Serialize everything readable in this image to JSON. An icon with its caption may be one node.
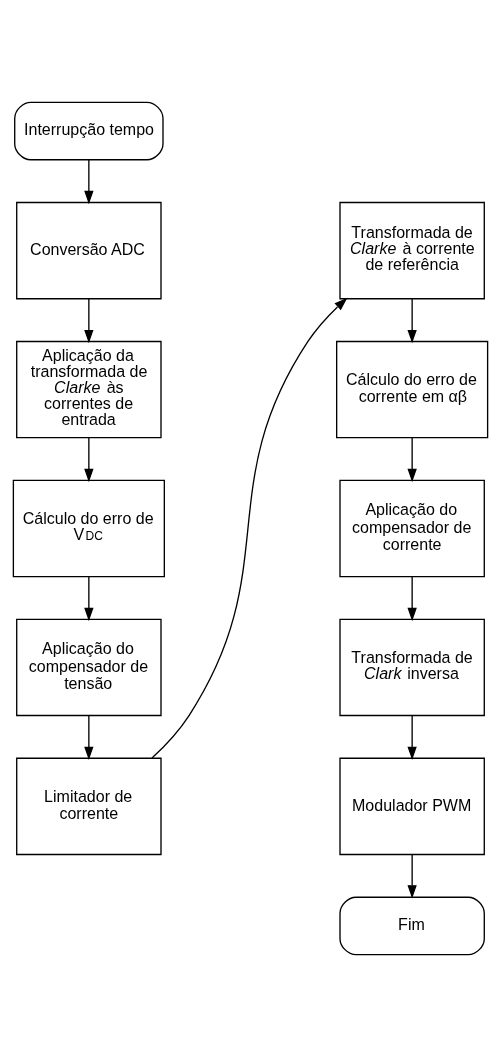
{
  "diagram": {
    "nodes": [
      {
        "text": [
          "Interrupção tempo"
        ]
      },
      {
        "text": [
          "Conversão ADC"
        ]
      },
      {
        "text": [
          "Aplicação da transformada de *Clarke* às correntes de entrada"
        ]
      },
      {
        "text": [
          "Cálculo do erro de V$_{DC}$"
        ]
      },
      {
        "text": [
          "Aplicação do compensador de tensão"
        ]
      },
      {
        "text": [
          "Limitador de corrente"
        ]
      },
      {
        "text": [
          "Transformada de *Clarke* à corrente de referência"
        ]
      },
      {
        "text": [
          "Cálculo do erro de corrente em αβ"
        ]
      },
      {
        "text": [
          "Aplicação do compensador de corrente"
        ]
      },
      {
        "text": [
          "Transformada de *Clark* inversa"
        ]
      },
      {
        "text": [
          "Modulador PWM"
        ]
      },
      {
        "text": [
          "Fim"
        ]
      }
    ],
    "edges": [
      {
        "from": 0,
        "to": 1,
        "arrow": "to"
      },
      {
        "from": 1,
        "to": 2,
        "arrow": "to"
      },
      {
        "from": 2,
        "to": 3,
        "arrow": "to"
      },
      {
        "from": 3,
        "to": 4,
        "arrow": "to"
      },
      {
        "from": 4,
        "to": 5,
        "arrow": "to"
      },
      {
        "from": 5,
        "to": 6,
        "arrow": "to"
      },
      {
        "from": 6,
        "to": 7,
        "arrow": "to"
      },
      {
        "from": 7,
        "to": 8,
        "arrow": "to"
      },
      {
        "from": 8,
        "to": 9,
        "arrow": "to"
      },
      {
        "from": 9,
        "to": 10,
        "arrow": "to"
      },
      {
        "from": 10,
        "to": 11,
        "arrow": "to"
      }
    ]
  }
}
